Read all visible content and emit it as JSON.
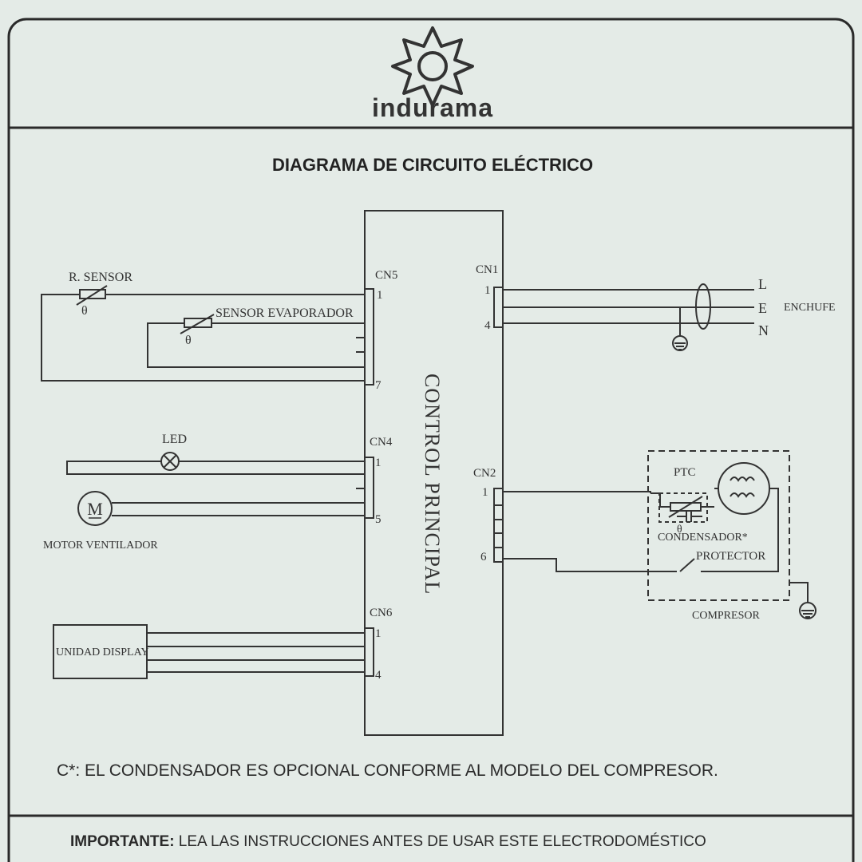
{
  "brand": {
    "name": "indurama",
    "logo_icon": "star-flower-logo"
  },
  "title": "DIAGRAMA DE CIRCUITO ELÉCTRICO",
  "main_board": {
    "label": "CONTROL PRINCIPAL"
  },
  "connectors": {
    "cn5": {
      "label": "CN5",
      "pin_first": "1",
      "pin_last": "7"
    },
    "cn4": {
      "label": "CN4",
      "pin_first": "1",
      "pin_last": "5"
    },
    "cn6": {
      "label": "CN6",
      "pin_first": "1",
      "pin_last": "4"
    },
    "cn1": {
      "label": "CN1",
      "pin_first": "1",
      "pin_last": "4"
    },
    "cn2": {
      "label": "CN2",
      "pin_first": "1",
      "pin_last": "6"
    }
  },
  "components": {
    "r_sensor": "R. SENSOR",
    "sensor_evaporador": "SENSOR EVAPORADOR",
    "theta": "θ",
    "led": "LED",
    "motor_symbol": "M",
    "motor_ventilador": "MOTOR VENTILADOR",
    "unidad_display": "UNIDAD DISPLAY",
    "ptc": "PTC",
    "condensador": "CONDENSADOR*",
    "protector": "PROTECTOR",
    "compresor": "COMPRESOR"
  },
  "plug": {
    "line_l": "L",
    "line_e": "E",
    "line_n": "N",
    "label": "ENCHUFE"
  },
  "note": "C*: EL CONDENSADOR ES OPCIONAL CONFORME AL MODELO DEL COMPRESOR.",
  "footer": {
    "bold": "IMPORTANTE:",
    "text": " LEA LAS INSTRUCCIONES ANTES DE USAR ESTE ELECTRODOMÉSTICO"
  }
}
